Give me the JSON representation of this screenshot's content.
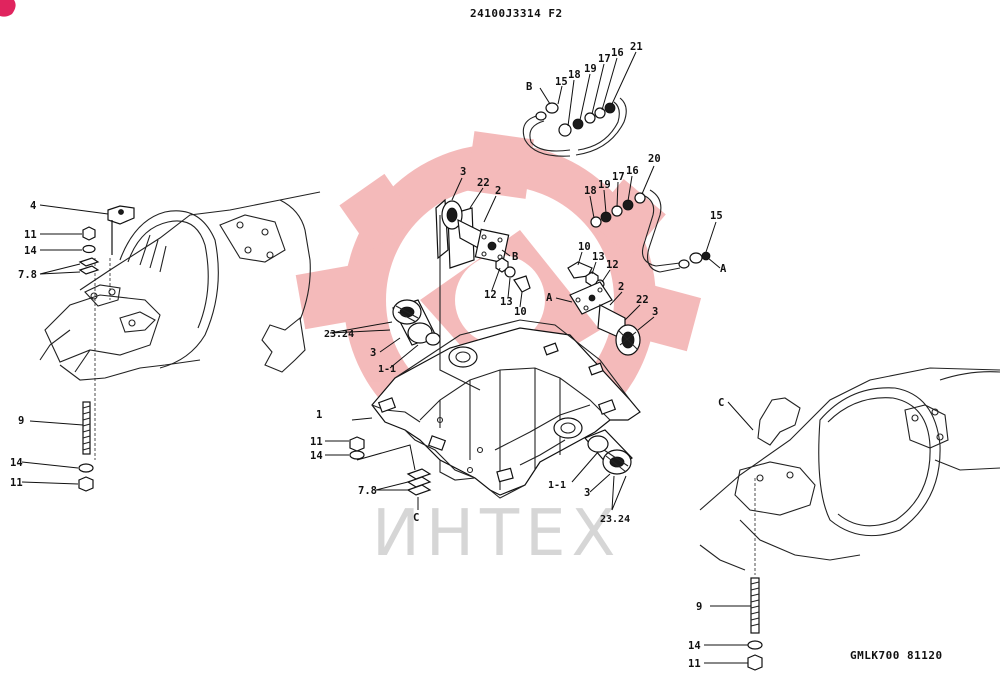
{
  "header": {
    "code": "24100J3314  F2"
  },
  "footer": {
    "code": "GMLK700  81120"
  },
  "watermark": {
    "text": "ИНТЕХ",
    "color": "#e23b3b"
  },
  "corner_marker_color": "#e0245e",
  "labels": {
    "top_hose": {
      "B": "B",
      "p15": "15",
      "p18": "18",
      "p19": "19",
      "p17": "17",
      "p16": "16",
      "p21": "21"
    },
    "right_hose": {
      "p18": "18",
      "p19": "19",
      "p17": "17",
      "p16": "16",
      "p20": "20",
      "p15": "15",
      "A": "A"
    },
    "left_bracket": {
      "p3": "3",
      "p22": "22",
      "p2": "2",
      "B": "B",
      "p12": "12",
      "p13": "13",
      "p10": "10"
    },
    "right_bracket": {
      "p10": "10",
      "p13": "13",
      "p12": "12",
      "A": "A",
      "p2": "2",
      "p22": "22",
      "p3": "3"
    },
    "left_pivot": {
      "p2324": "23.24",
      "p3": "3",
      "p11": "1-1"
    },
    "frame": {
      "p1": "1",
      "p11b": "11",
      "p14b": "14",
      "p78b": "7.8",
      "Cb": "C"
    },
    "right_pivot": {
      "p11": "1-1",
      "p3": "3",
      "p2324": "23.24"
    },
    "left_axle": {
      "p4": "4",
      "p11": "11",
      "p14": "14",
      "p78": "7.8",
      "p9": "9",
      "p14b": "14",
      "p11b": "11"
    },
    "right_axle": {
      "C": "C",
      "p9": "9",
      "p14": "14",
      "p11": "11"
    }
  }
}
